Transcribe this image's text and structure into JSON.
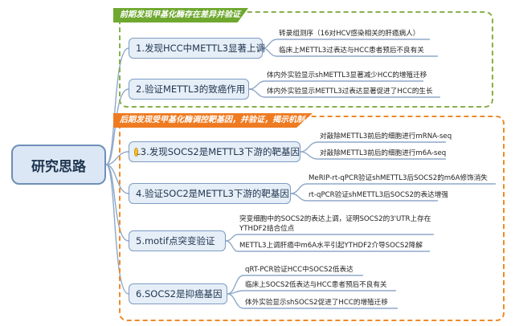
{
  "groups": {
    "early": {
      "label": "前期发现甲基化酶存在差异并验证"
    },
    "late": {
      "label": "后期发现受甲基化酶调控靶基因，并验证，揭示机制"
    }
  },
  "root": {
    "label": "研究思路"
  },
  "nodes": [
    {
      "label": "1.发现HCC中METTL3显著上调",
      "leaves": [
        "转录组测序（16对HCV感染相关的肝癌病人）",
        "临床上METTL3过表达与HCC患者预后不良有关"
      ]
    },
    {
      "label": "2.验证METTL3的致癌作用",
      "leaves": [
        "体内外实验显示shMETTL3显著减少HCC的增殖迁移",
        "体内外实验显示METTL3过表达显著促进了HCC的生长"
      ]
    },
    {
      "label": "3.发现SOCS2是METTL3下游的靶基因",
      "icon": "smiley-icon",
      "leaves": [
        "对敲除METTL3前后的细胞进行mRNA-seq",
        "对敲除METTL3前后的细胞进行m6A-seq"
      ]
    },
    {
      "label": "4.验证SOC2是METTL3下游的靶基因",
      "leaves": [
        "MeRIP-rt-qPCR验证shMETTL3后SOCS2的m6A修饰消失",
        "rt-qPCR验证shMETTL3后SOCS2的表达增强"
      ]
    },
    {
      "label": "5.motif点突变验证",
      "leaves": [
        "突变细胞中的SOCS2的表达上调，证明SOCS2的3'UTR上存在YTHDF2结合位点",
        "METTL3上调肝癌中m6A水平引起YTHDF2介导SOCS2降解"
      ]
    },
    {
      "label": "6.SOCS2是抑癌基因",
      "leaves": [
        "qRT-PCR验证HCC中SOCS2低表达",
        "临床上SOCS2低表达与HCC患者预后不良有关",
        "体外实验显示shSOCS2促进了HCC的增殖迁移"
      ]
    }
  ]
}
